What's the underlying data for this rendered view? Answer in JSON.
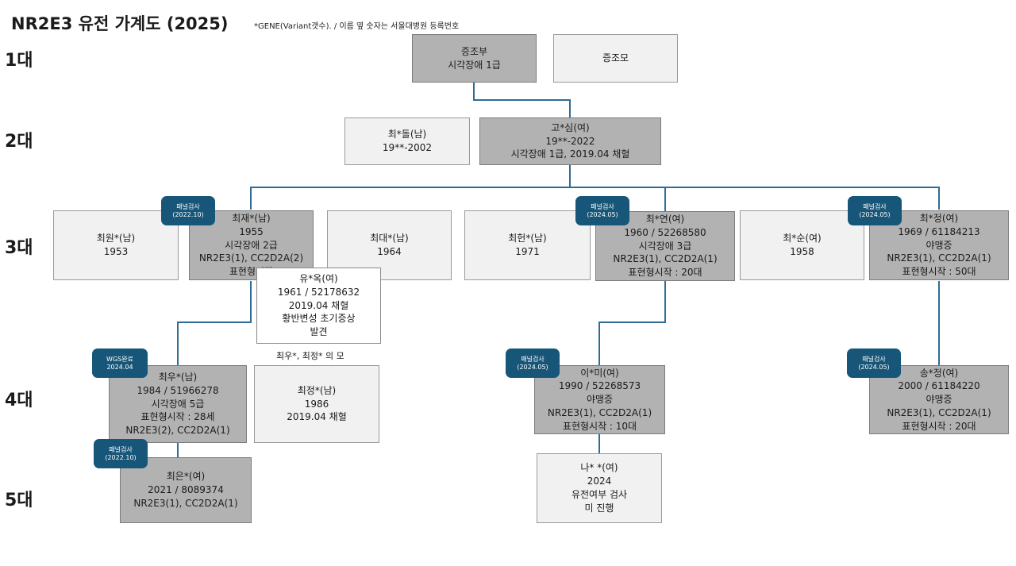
{
  "title": "NR2E3 유전 가계도 (2025)",
  "subtitle": "*GENE(Variant갯수).  / 이름 옆 숫자는 서울대병원 등록번호",
  "generations": [
    "1대",
    "2대",
    "3대",
    "4대",
    "5대"
  ],
  "persons": {
    "ggf": {
      "lines": [
        "증조부",
        "시각장애 1급"
      ],
      "affected": true
    },
    "ggm": {
      "lines": [
        "증조모"
      ],
      "affected": false
    },
    "gf": {
      "lines": [
        "최*돌(남)",
        "19**-2002"
      ],
      "affected": false
    },
    "gm": {
      "lines": [
        "고*심(여)",
        "19**-2022",
        "시각장애 1급, 2019.04 채혈"
      ],
      "affected": true
    },
    "p31": {
      "lines": [
        "최원*(남)",
        "1953"
      ],
      "affected": false
    },
    "p32": {
      "lines": [
        "최재*(남)",
        "1955",
        "시각장애 2급",
        "NR2E3(1), CC2D2A(2)",
        "표현형시작"
      ],
      "affected": true
    },
    "p33": {
      "lines": [
        "최대*(남)",
        "1964"
      ],
      "affected": false
    },
    "p34": {
      "lines": [
        "최헌*(남)",
        "1971"
      ],
      "affected": false
    },
    "p35": {
      "lines": [
        "최*연(여)",
        "1960 / 52268580",
        "시각장애 3급",
        "NR2E3(1), CC2D2A(1)",
        "표현형시작 : 20대"
      ],
      "affected": true
    },
    "p36": {
      "lines": [
        "최*순(여)",
        "1958"
      ],
      "affected": false
    },
    "p37": {
      "lines": [
        "최*정(여)",
        "1969 / 61184213",
        "야맹증",
        "NR2E3(1), CC2D2A(1)",
        "표현형시작 : 50대"
      ],
      "affected": true
    },
    "spouse": {
      "lines": [
        "유*옥(여)",
        "1961 / 52178632",
        "2019.04 채혈",
        "황반변성 초기증상",
        "발견"
      ],
      "affected": false
    },
    "p41": {
      "lines": [
        "최우*(남)",
        "1984 / 51966278",
        "시각장애 5급",
        "표현형시작 : 28세",
        "NR2E3(2), CC2D2A(1)"
      ],
      "affected": true
    },
    "p42": {
      "lines": [
        "최정*(남)",
        "1986",
        "2019.04 채혈"
      ],
      "affected": false
    },
    "p43": {
      "lines": [
        "이*미(여)",
        "1990 / 52268573",
        "야맹증",
        "NR2E3(1), CC2D2A(1)",
        "표현형시작 : 10대"
      ],
      "affected": true
    },
    "p44": {
      "lines": [
        "송*정(여)",
        "2000 / 61184220",
        "야맹증",
        "NR2E3(1), CC2D2A(1)",
        "표현형시작 : 20대"
      ],
      "affected": true
    },
    "p51": {
      "lines": [
        "최은*(여)",
        "2021 / 8089374",
        "NR2E3(1), CC2D2A(1)"
      ],
      "affected": true
    },
    "p52": {
      "lines": [
        "나* *(여)",
        "2024",
        "유전여부 검사",
        "미 진행"
      ],
      "affected": false
    }
  },
  "spouse_note": "최우*, 최정* 의 모",
  "badges": {
    "b1": [
      "패널검사",
      "(2022.10)"
    ],
    "b2": [
      "패널검사",
      "(2024.05)"
    ],
    "b3": [
      "패널검사",
      "(2024.05)"
    ],
    "b4": [
      "WGS완료",
      "2024.04"
    ],
    "b5": [
      "패널검사",
      "(2024.05)"
    ],
    "b6": [
      "패널검사",
      "(2024.05)"
    ],
    "b7": [
      "패널검사",
      "(2022.10)"
    ]
  },
  "colors": {
    "affected": "#b2b2b2",
    "unaffected": "#f1f1f1",
    "badge": "#175678",
    "line": "#2f6d96"
  }
}
